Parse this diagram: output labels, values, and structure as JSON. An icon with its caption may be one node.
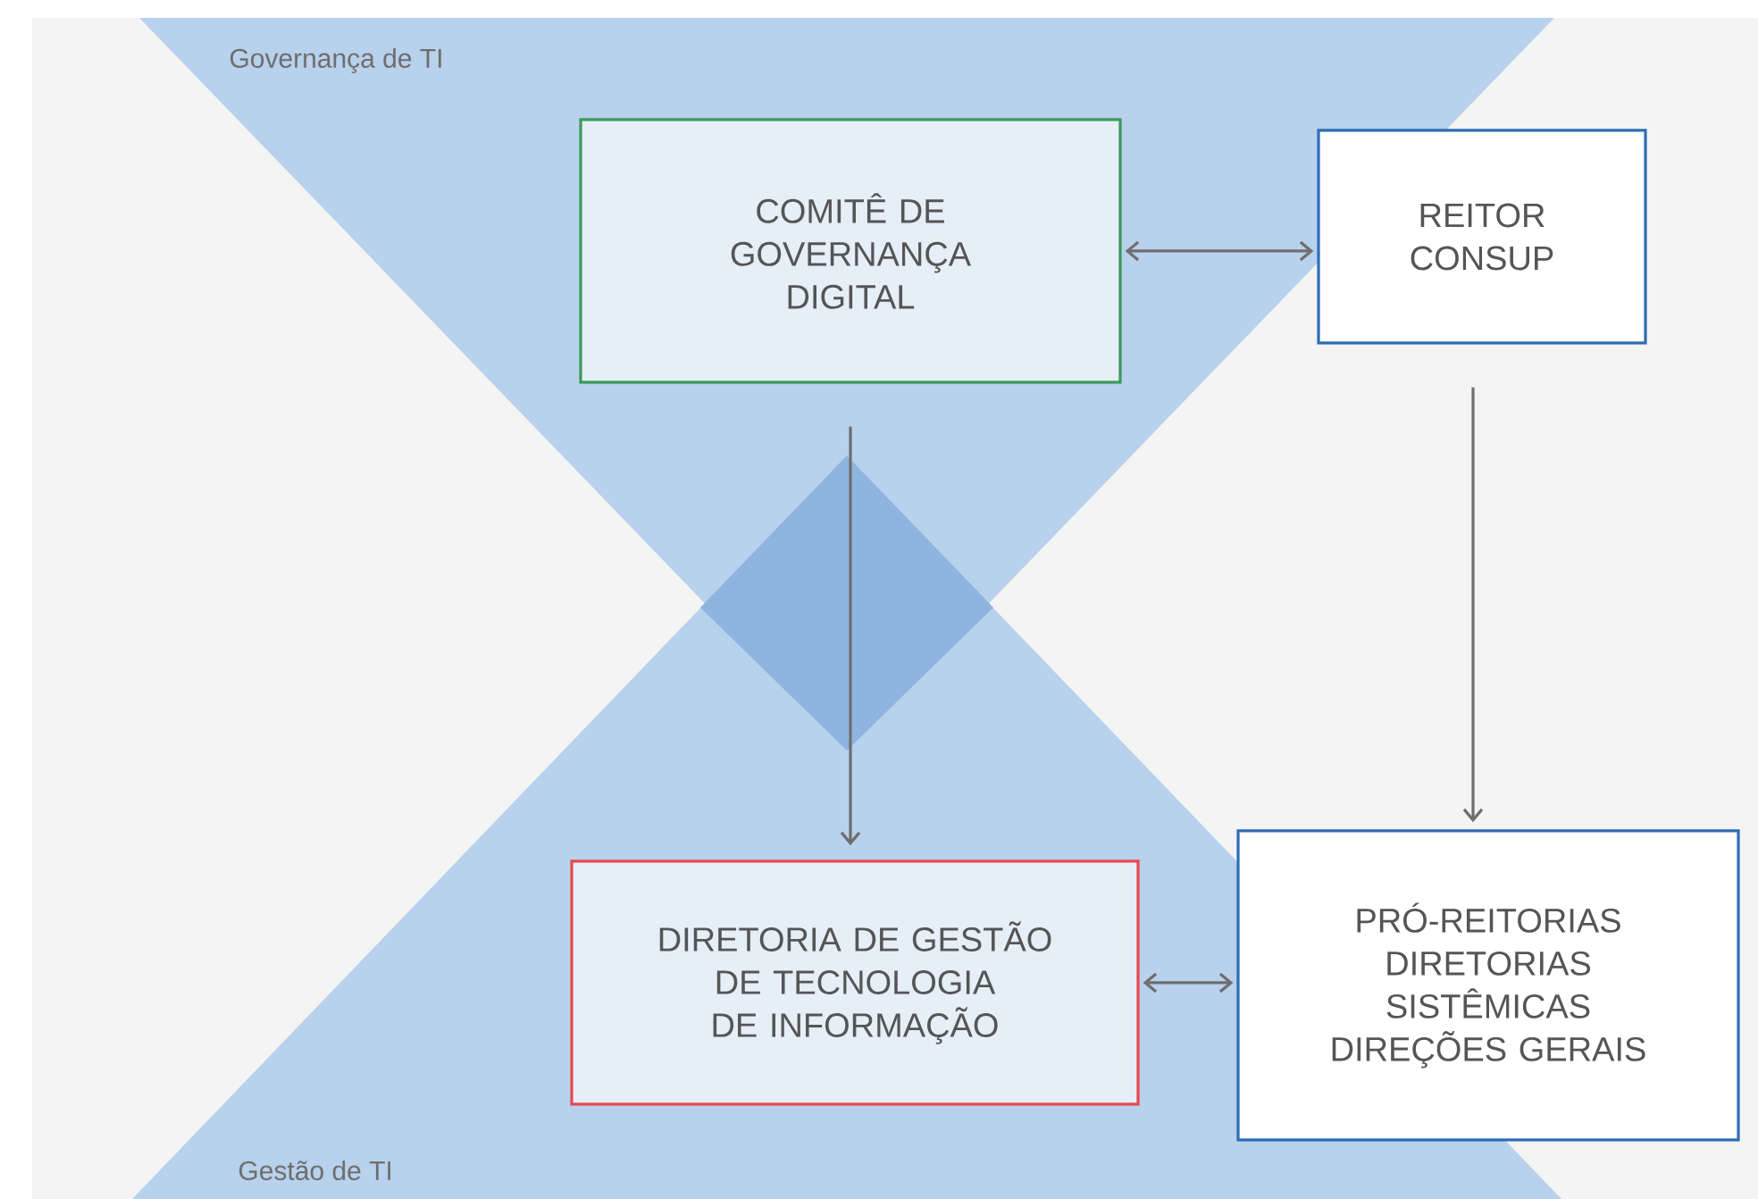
{
  "diagram": {
    "nodes": [
      {
        "text": [
          "COMITÊ DE GOVERNANÇA DIGITAL"
        ]
      },
      {
        "text": [
          "REITOR CONSUP"
        ]
      },
      {
        "text": [
          "DIRETORIA DE GESTÃO DE TECNOLOGIA DE INFORMAÇÃO"
        ]
      },
      {
        "text": [
          "PRÓ-REITORIAS DIRETORIAS SISTÊMICAS DIREÇÕES GERAIS"
        ]
      }
    ],
    "edges": [
      {
        "from": 0,
        "to": 1,
        "arrow": "both"
      },
      {
        "from": 0,
        "to": 2,
        "arrow": "to"
      },
      {
        "from": 1,
        "to": 3,
        "arrow": "to"
      },
      {
        "from": 2,
        "to": 3,
        "arrow": "both"
      }
    ],
    "labels": [
      "Governança de TI",
      "Gestão de TI"
    ]
  }
}
